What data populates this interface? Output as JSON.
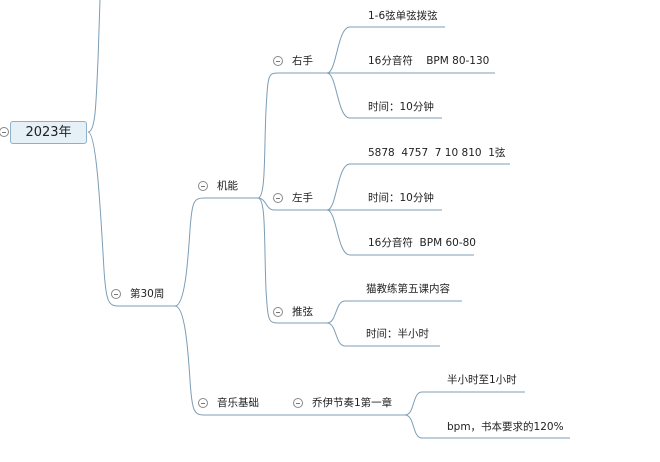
{
  "root": {
    "label": "2023年"
  },
  "week": {
    "label": "第30周",
    "branches": [
      {
        "label": "机能",
        "children": [
          {
            "label": "右手",
            "leaves": [
              "1-6弦单弦拨弦",
              "16分音符    BPM 80-130",
              "时间：10分钟"
            ]
          },
          {
            "label": "左手",
            "leaves": [
              "5878  4757  7 10 810  1弦",
              "时间：10分钟",
              "16分音符  BPM 60-80"
            ]
          },
          {
            "label": "推弦",
            "leaves": [
              "猫教练第五课内容",
              "时间：半小时"
            ]
          }
        ]
      },
      {
        "label": "音乐基础",
        "children": [
          {
            "label": "乔伊节奏1第一章",
            "leaves": [
              "半小时至1小时",
              "bpm，书本要求的120%"
            ]
          }
        ]
      }
    ]
  },
  "colors": {
    "line": "#7c9db5",
    "root_fill": "#e6f0f7"
  }
}
